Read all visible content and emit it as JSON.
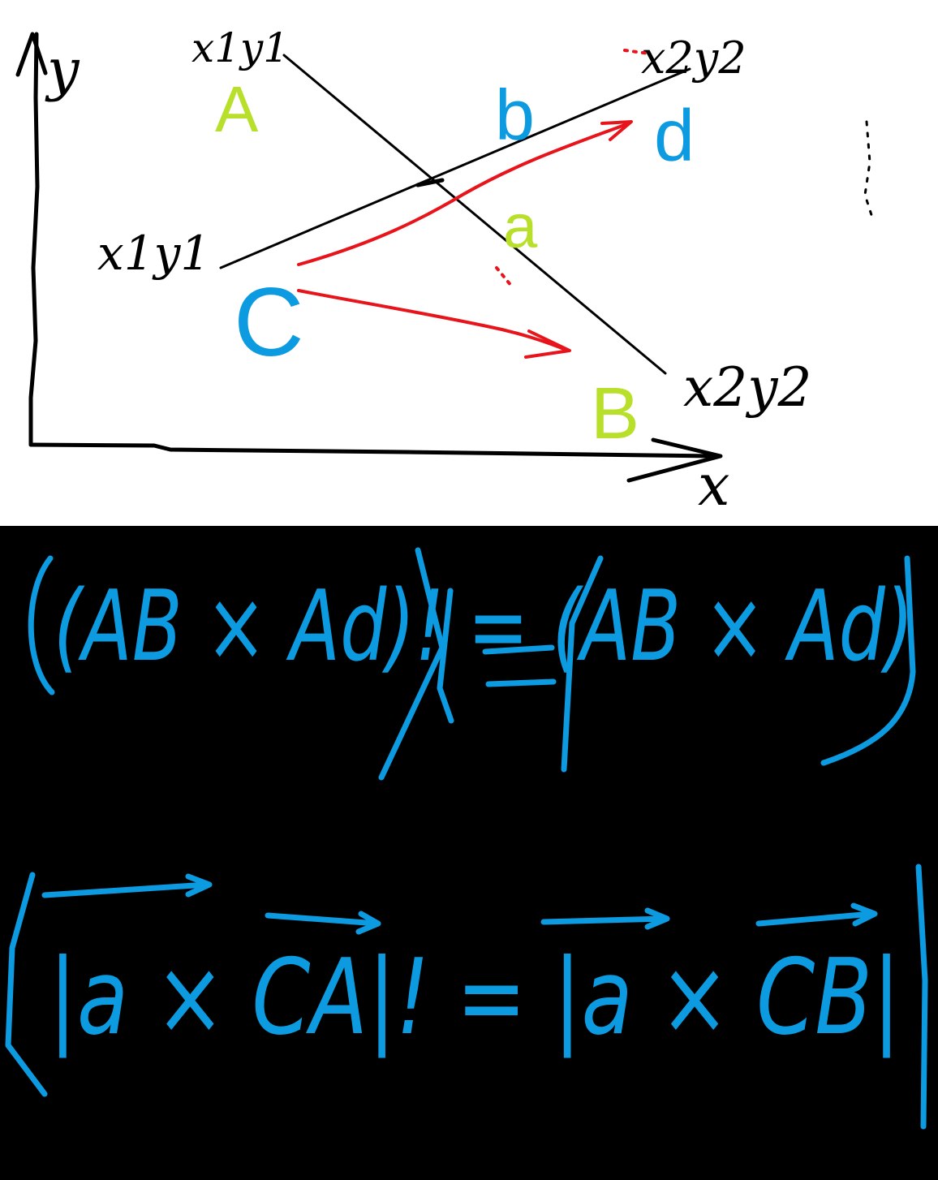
{
  "colors": {
    "top_background": "#ffffff",
    "bottom_background": "#000000",
    "axes_ink": "#000000",
    "vector_ink": "#e8141b",
    "point_label_ink": "#b8e02a",
    "segment_label_ink": "#0c9be0",
    "equation_ink": "#0c9be0"
  },
  "diagram": {
    "y_axis_label": "y",
    "x_axis_label": "x",
    "point_A_label": "A",
    "point_B_label": "B",
    "point_C_label": "C",
    "segment_a_label": "a",
    "segment_b_label": "b",
    "point_d_label": "d",
    "coord_A": "x1y1",
    "coord_C": "x1y1",
    "coord_d": "x2y2",
    "coord_B": "x2y2"
  },
  "equations": {
    "line1": "(AB × Ad)! = (AB × Ad)",
    "line2": "|a × CA|! = |a × CB|"
  }
}
